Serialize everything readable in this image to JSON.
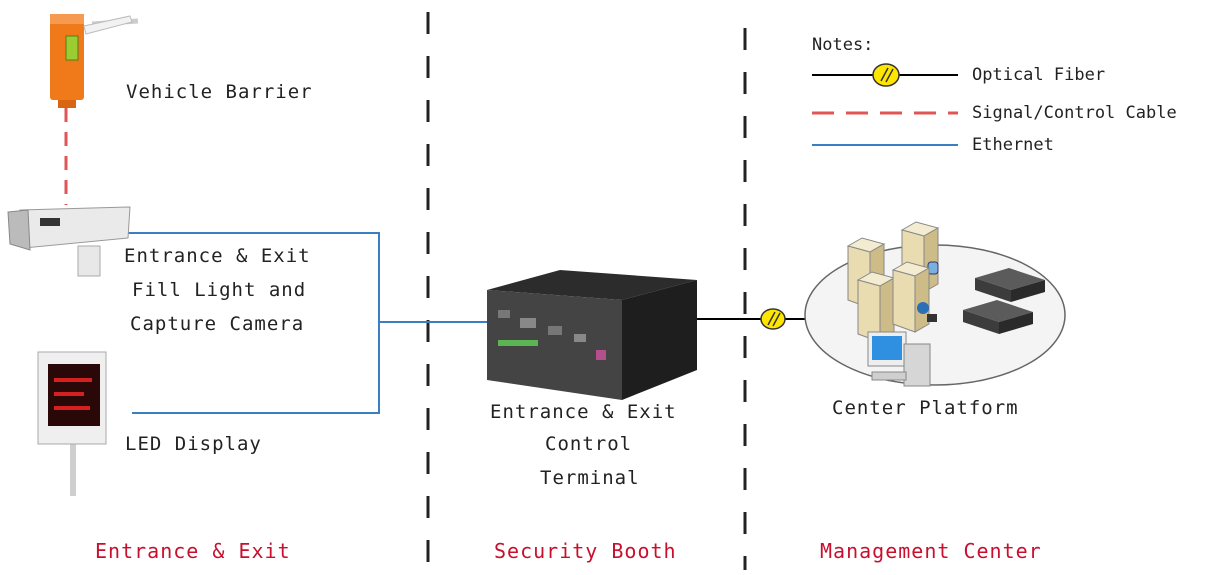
{
  "legend": {
    "title": "Notes:",
    "items": [
      {
        "label": "Optical Fiber"
      },
      {
        "label": "Signal/Control Cable"
      },
      {
        "label": "Ethernet"
      }
    ]
  },
  "devices": {
    "barrier": "Vehicle Barrier",
    "camera_line1": "Entrance & Exit",
    "camera_line2": "Fill Light and",
    "camera_line3": "Capture Camera",
    "led": "LED Display",
    "terminal_line1": "Entrance & Exit",
    "terminal_line2": "Control",
    "terminal_line3": "Terminal",
    "platform": "Center Platform"
  },
  "zones": {
    "entrance": "Entrance & Exit",
    "booth": "Security Booth",
    "center": "Management Center"
  },
  "colors": {
    "fiber": "#000000",
    "signal_cable": "#e05555",
    "ethernet": "#3a7fc4",
    "zone_text": "#c8102e",
    "barrier_orange": "#f07a1a"
  },
  "icons": [
    "barrier-icon",
    "camera-icon",
    "led-display-icon",
    "terminal-icon",
    "server-cluster-icon",
    "fiber-connector-icon"
  ]
}
